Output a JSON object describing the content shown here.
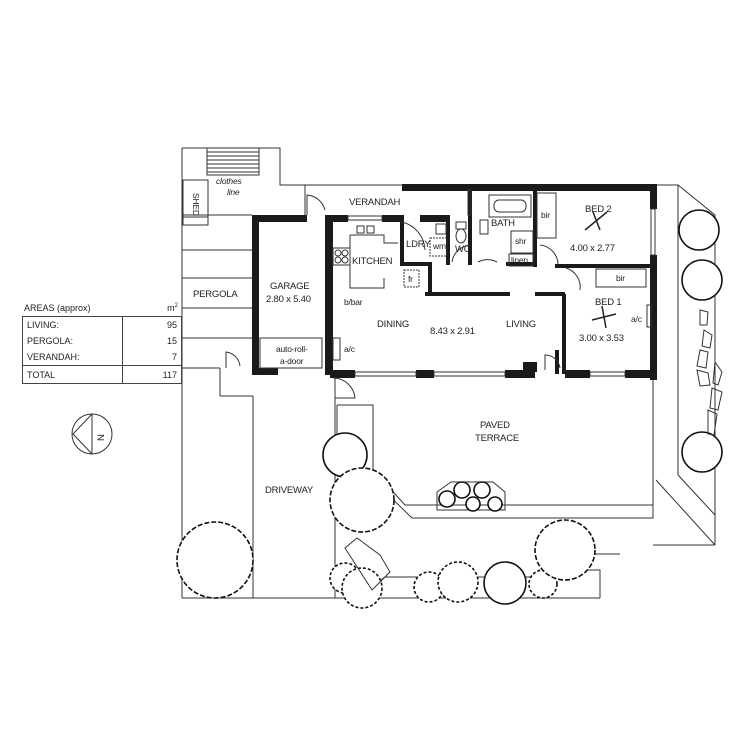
{
  "areas_table": {
    "title": "AREAS (approx)",
    "unit": "m",
    "unit_sup": "2",
    "rows": [
      {
        "label": "LIVING:",
        "value": "95"
      },
      {
        "label": "PERGOLA:",
        "value": "15"
      },
      {
        "label": "VERANDAH:",
        "value": "7"
      }
    ],
    "total": {
      "label": "TOTAL",
      "value": "117"
    }
  },
  "compass": {
    "letter": "N"
  },
  "rooms": {
    "shed": "SHED",
    "clothes_line": [
      "clothes",
      "line"
    ],
    "verandah": "VERANDAH",
    "pergola": "PERGOLA",
    "garage": {
      "name": "GARAGE",
      "dims": "2.80 x 5.40"
    },
    "garage_door": [
      "auto-roll-",
      "a-door"
    ],
    "kitchen": "KITCHEN",
    "laundry": "LDRY",
    "wm": "wm",
    "wc": "WC",
    "fridge": "fr",
    "bath": "BATH",
    "shower": "shr",
    "linen": "linen",
    "bir_bed2": "bir",
    "bir_bed1": "bir",
    "bed2": {
      "name": "BED 2",
      "dims": "4.00 x 2.77"
    },
    "bed1": {
      "name": "BED 1",
      "dims": "3.00 x 3.53"
    },
    "bbar": "b/bar",
    "dining": "DINING",
    "living_dims": "8.43 x 2.91",
    "living": "LIVING",
    "ac_dining": "a/c",
    "ac_bed1": "a/c",
    "terrace": [
      "PAVED",
      "TERRACE"
    ],
    "driveway": "DRIVEWAY"
  }
}
